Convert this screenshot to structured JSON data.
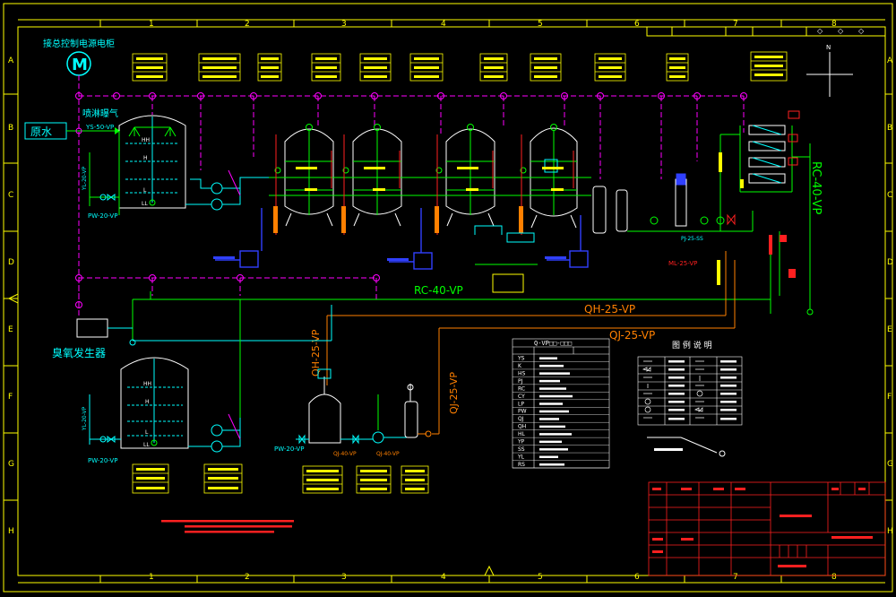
{
  "frame": {
    "columns": [
      "1",
      "2",
      "3",
      "4",
      "5",
      "6",
      "7",
      "8"
    ],
    "rows": [
      "A",
      "B",
      "C",
      "D",
      "E",
      "F",
      "G",
      "H"
    ]
  },
  "labels": {
    "control_cabinet": "接总控制电源电柜",
    "motor_symbol": "M",
    "raw_water": "原水",
    "spray_aeration": "喷淋曝气",
    "ozone_generator": "臭氧发生器",
    "legend_title": "图 例 说 明",
    "north": "N"
  },
  "pipes": {
    "ys50": "YS-50-VP",
    "yl20_top": "YL-20-VP",
    "pw20_top": "PW-20-VP",
    "yl20_bottom": "YL-20-VP",
    "pw20_bottom": "PW-20-VP",
    "rc40_main": "RC-40-VP",
    "rc40_right": "RC-40-VP",
    "qh25_right": "QH-25-VP",
    "qj25_right": "QJ-25-VP",
    "qh25_vertical": "QH-25-VP",
    "qj25_vertical": "QJ-25-VP",
    "pw20_mid": "PW-20-VP",
    "qj40_a": "QJ-40-VP",
    "qj40_b": "QJ-40-VP",
    "ml25": "ML-25-VP",
    "pj": "PJ-25-SS"
  },
  "level_marks": [
    "HH",
    "H",
    "L",
    "LL"
  ],
  "code_table": {
    "header": "Q-VP□□-□□□",
    "codes": [
      "YS",
      "K",
      "HS",
      "PJ",
      "RC",
      "CY",
      "LP",
      "PW",
      "QJ",
      "QH",
      "HL",
      "YP",
      "SS",
      "YL",
      "RS"
    ]
  },
  "colors": {
    "frame": "#ffff00",
    "magenta": "#ff00ff",
    "green": "#00ff00",
    "orange": "#ff8000",
    "cyan": "#00ffff",
    "red": "#ff2020",
    "blue": "#3040ff",
    "white": "#ffffff"
  }
}
